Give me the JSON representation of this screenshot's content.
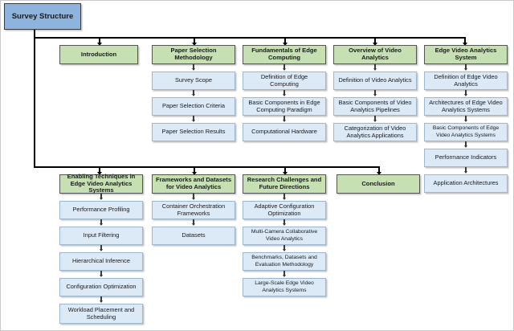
{
  "diagram": {
    "title": "Survey Structure",
    "root": {
      "label": "Survey Structure"
    },
    "colors": {
      "root_fill": "#8EB4DE",
      "section_fill": "#C6E0B4",
      "leaf_fill": "#DCE9F7",
      "connector": "#000000",
      "background": "#FFFFFF"
    },
    "columns": [
      {
        "id": "introduction",
        "row": "top",
        "header": "Introduction",
        "children": []
      },
      {
        "id": "paper-selection-methodology",
        "row": "top",
        "header": "Paper Selection Methodology",
        "children": [
          "Survey Scope",
          "Paper Selection Criteria",
          "Paper Selection Results"
        ]
      },
      {
        "id": "fundamentals-of-edge-computing",
        "row": "top",
        "header": "Fundamentals of Edge Computing",
        "children": [
          "Definition of Edge Computing",
          "Basic Components in Edge Computing Paradigm",
          "Computational Hardware"
        ]
      },
      {
        "id": "overview-of-video-analytics",
        "row": "top",
        "header": "Overview of Video Analytics",
        "children": [
          "Definition of Video Analytics",
          "Basic Components of Video Analytics Pipelines",
          "Categorization of Video Analytics Applications"
        ]
      },
      {
        "id": "edge-video-analytics-system",
        "row": "top",
        "header": "Edge Video Analytics System",
        "children": [
          "Definition of Edge Video Analytics",
          "Architectures of Edge Video Analytics Systems",
          "Basic Components of Edge Video Analytics Systems",
          "Performance Indicators",
          "Application Architectures"
        ]
      },
      {
        "id": "enabling-techniques",
        "row": "bottom",
        "header": "Enabling Techniques in Edge Video Analytics Systems",
        "children": [
          "Performance Profiling",
          "Input Filtering",
          "Hierarchical Inference",
          "Configuration Optimization",
          "Workload Placement and Scheduling"
        ]
      },
      {
        "id": "frameworks-and-datasets",
        "row": "bottom",
        "header": "Frameworks and Datasets for Video Analytics",
        "children": [
          "Container Orchestration Frameworks",
          "Datasets"
        ]
      },
      {
        "id": "research-challenges",
        "row": "bottom",
        "header": "Research Challenges and Future Directions",
        "children": [
          "Adaptive Configuration Optimization",
          "Multi-Camera Collaborative Video Analytics",
          "Benchmarks, Datasets and Evaluation Methodology",
          "Large-Scale Edge Video Analytics Systems"
        ]
      },
      {
        "id": "conclusion",
        "row": "bottom",
        "header": "Conclusion",
        "children": []
      }
    ]
  }
}
